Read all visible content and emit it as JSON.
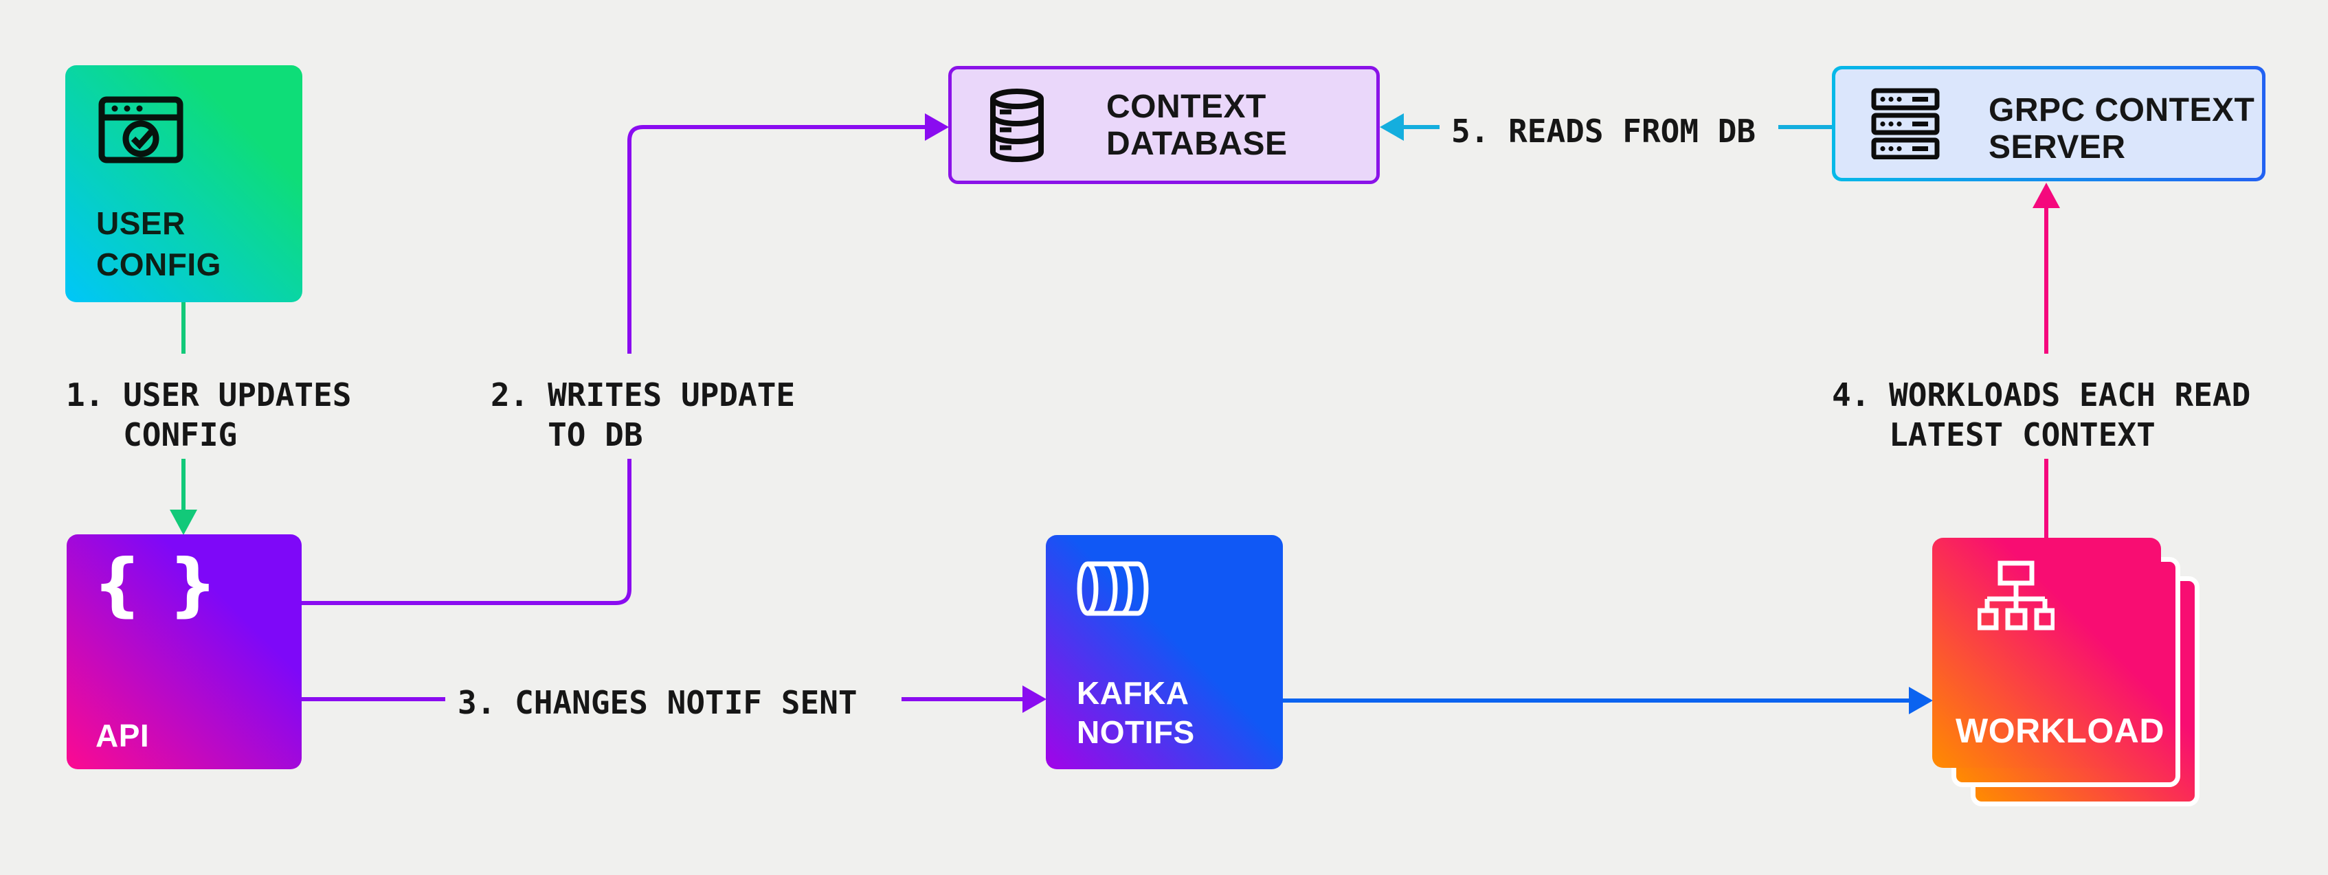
{
  "diagram": {
    "background": "#f0f0ee",
    "nodes": {
      "user_config": {
        "label": "USER\nCONFIG",
        "icon": "browser-check-icon",
        "gradient_from": "#00c6f9",
        "gradient_to": "#0edd78",
        "text_color": "#0e1f16"
      },
      "api": {
        "label": "API",
        "icon_glyph": "{ }",
        "gradient_from": "#fc0a90",
        "gradient_to": "#7e08f8",
        "text_color": "#ffffff"
      },
      "context_database": {
        "label": "CONTEXT\nDATABASE",
        "icon": "database-icon",
        "fill": "#ead7fa",
        "border": "#8a12e8",
        "text_color": "#161616"
      },
      "grpc_context_server": {
        "label": "GRPC CONTEXT\nSERVER",
        "icon": "server-rack-icon",
        "fill": "#dbe6fc",
        "border_from": "#06b9e8",
        "border_to": "#2261f2",
        "text_color": "#161616"
      },
      "kafka_notifs": {
        "label": "KAFKA\nNOTIFS",
        "icon": "kafka-pipe-icon",
        "gradient_from": "#a203e8",
        "gradient_to": "#1058f5",
        "text_color": "#ffffff"
      },
      "workload": {
        "label": "WORKLOAD",
        "icon": "workload-tree-icon",
        "gradient_from": "#ff8c00",
        "gradient_to": "#f80d72",
        "text_color": "#ffffff",
        "stack_count": 3
      }
    },
    "edges": {
      "step1": {
        "label": "1. USER UPDATES\n   CONFIG",
        "color": "#12c979",
        "from": "user_config",
        "to": "api"
      },
      "step2": {
        "label": "2. WRITES UPDATE\n   TO DB",
        "color": "#8a0cf0",
        "from": "api",
        "to": "context_database"
      },
      "step3": {
        "label": "3. CHANGES NOTIF SENT",
        "color": "#8a0cf0",
        "from": "api",
        "to": "kafka_notifs"
      },
      "step4": {
        "label": "4. WORKLOADS EACH READ\n   LATEST CONTEXT",
        "color": "#f5087d",
        "from": "workload",
        "to": "grpc_context_server"
      },
      "step5": {
        "label": "5. READS FROM DB",
        "color": "#14aede",
        "from": "grpc_context_server",
        "to": "context_database"
      },
      "kafka_to_workload": {
        "label": "",
        "color": "#0b63f0",
        "from": "kafka_notifs",
        "to": "workload"
      }
    }
  }
}
